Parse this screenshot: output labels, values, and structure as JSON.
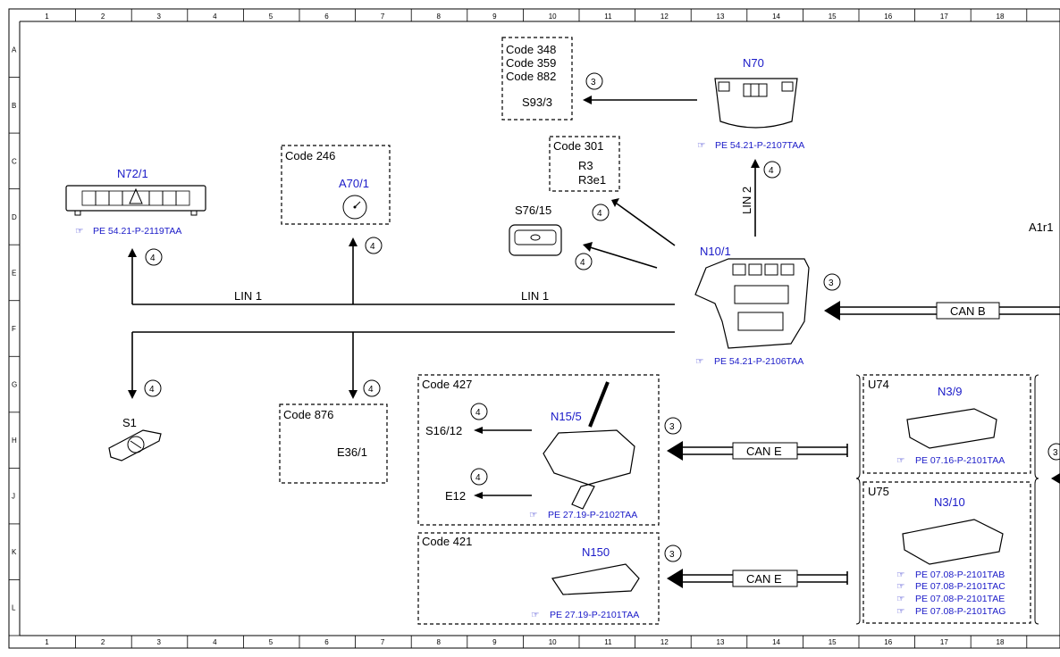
{
  "grid": {
    "columns": [
      "1",
      "2",
      "3",
      "4",
      "5",
      "6",
      "7",
      "8",
      "9",
      "10",
      "11",
      "12",
      "13",
      "14",
      "15",
      "16",
      "17",
      "18"
    ],
    "rows": [
      "A",
      "B",
      "C",
      "D",
      "E",
      "F",
      "G",
      "H",
      "J",
      "K",
      "L"
    ]
  },
  "components": {
    "n72_1": {
      "label": "N72/1",
      "ref": "PE 54.21-P-2119TAA"
    },
    "a70_1": {
      "code": "Code 246",
      "label": "A70/1"
    },
    "code_box_348": {
      "lines": [
        "Code 348",
        "Code 359",
        "Code 882"
      ],
      "label": "S93/3"
    },
    "code_box_301": {
      "code": "Code 301",
      "label1": "R3",
      "label2": "R3e1"
    },
    "s76_15": {
      "label": "S76/15"
    },
    "n70": {
      "label": "N70",
      "ref": "PE 54.21-P-2107TAA"
    },
    "n10_1": {
      "label": "N10/1",
      "ref": "PE 54.21-P-2106TAA"
    },
    "a1r1": {
      "label": "A1r1"
    },
    "s1": {
      "label": "S1"
    },
    "code_876": {
      "code": "Code 876",
      "label": "E36/1"
    },
    "code_427": {
      "code": "Code 427",
      "label": "N15/5",
      "out1": "S16/12",
      "out2": "E12",
      "ref": "PE 27.19-P-2102TAA"
    },
    "code_421": {
      "code": "Code 421",
      "label": "N150",
      "ref": "PE 27.19-P-2101TAA"
    },
    "u74": {
      "code": "U74",
      "label": "N3/9",
      "ref": "PE 07.16-P-2101TAA"
    },
    "u75": {
      "code": "U75",
      "label": "N3/10",
      "refs": [
        "PE 07.08-P-2101TAB",
        "PE 07.08-P-2101TAC",
        "PE 07.08-P-2101TAE",
        "PE 07.08-P-2101TAG"
      ]
    }
  },
  "bus_labels": {
    "lin1_left": "LIN 1",
    "lin1_right": "LIN 1",
    "lin2": "LIN 2",
    "can_b": "CAN B",
    "can_e_top": "CAN E",
    "can_e_bottom": "CAN E"
  },
  "markers": {
    "n3": "3",
    "n4": "4"
  }
}
